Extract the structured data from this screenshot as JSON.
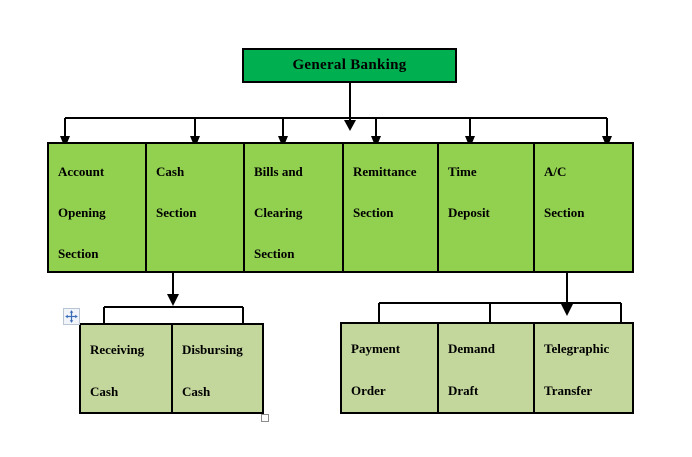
{
  "root": {
    "label": "General Banking"
  },
  "sections": [
    {
      "lines": [
        "Account",
        "Opening",
        "Section"
      ]
    },
    {
      "lines": [
        "Cash",
        "Section"
      ]
    },
    {
      "lines": [
        "Bills and",
        "Clearing",
        "Section"
      ]
    },
    {
      "lines": [
        "Remittance",
        "Section"
      ]
    },
    {
      "lines": [
        "Time",
        "Deposit"
      ]
    },
    {
      "lines": [
        "A/C",
        "Section"
      ]
    }
  ],
  "cash_subsections": [
    {
      "lines": [
        "Receiving",
        "Cash"
      ]
    },
    {
      "lines": [
        "Disbursing",
        "Cash"
      ]
    }
  ],
  "ac_subsections": [
    {
      "lines": [
        "Payment",
        "Order"
      ]
    },
    {
      "lines": [
        "Demand",
        "Draft"
      ]
    },
    {
      "lines": [
        "Telegraphic",
        "Transfer"
      ]
    }
  ],
  "colors": {
    "root_fill": "#00B050",
    "section_fill": "#92D050",
    "leaf_fill": "#C3D69B",
    "connector": "#000000",
    "handle_accent": "#3B6CB7"
  },
  "handles": {
    "move_icon": "move-four-way-arrow",
    "resize_icon": "resize-square"
  }
}
